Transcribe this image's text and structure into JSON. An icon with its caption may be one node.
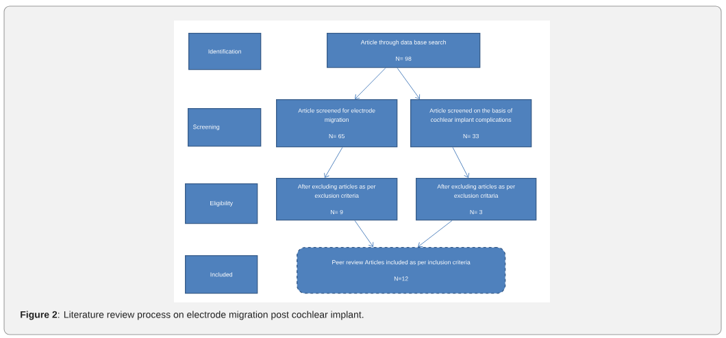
{
  "diagram": {
    "caption": "**Figure 2**: Literature review process on electrode migration post cochlear implant.",
    "nodes": [
      {
        "text": [
          "Identification"
        ]
      },
      {
        "text": [
          "Article through data base search",
          "N= 98"
        ]
      },
      {
        "text": [
          "Screening"
        ]
      },
      {
        "text": [
          "Article screened for electrode migration",
          "N= 65"
        ]
      },
      {
        "text": [
          "Article screened on the basis of cochlear implant complications",
          "N= 33"
        ]
      },
      {
        "text": [
          "Eligibility"
        ]
      },
      {
        "text": [
          "After excluding articles as per exclusion criteria",
          "N= 9"
        ]
      },
      {
        "text": [
          "After excluding articles as per exclusion critaria",
          "N= 3"
        ]
      },
      {
        "text": [
          "Included"
        ]
      },
      {
        "text": [
          "Peer review Articles included as per inclusion criteria",
          "N=12"
        ]
      }
    ],
    "edges": [
      {
        "from": 1,
        "to": 3,
        "arrow": "to"
      },
      {
        "from": 1,
        "to": 4,
        "arrow": "to"
      },
      {
        "from": 3,
        "to": 6,
        "arrow": "to"
      },
      {
        "from": 4,
        "to": 7,
        "arrow": "to"
      },
      {
        "from": 6,
        "to": 9,
        "arrow": "to"
      },
      {
        "from": 7,
        "to": 9,
        "arrow": "to"
      }
    ]
  }
}
